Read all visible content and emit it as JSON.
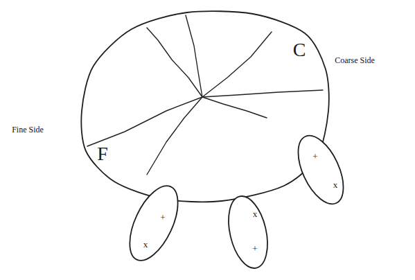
{
  "diagram": {
    "nodes": [
      {
        "text": [
          "C",
          "F"
        ]
      },
      {
        "text": [
          "+",
          "x"
        ]
      },
      {
        "text": [
          "x",
          "+"
        ]
      },
      {
        "text": [
          "+",
          "x"
        ]
      }
    ],
    "labels": [
      "Coarse Side",
      "Fine Side"
    ]
  }
}
